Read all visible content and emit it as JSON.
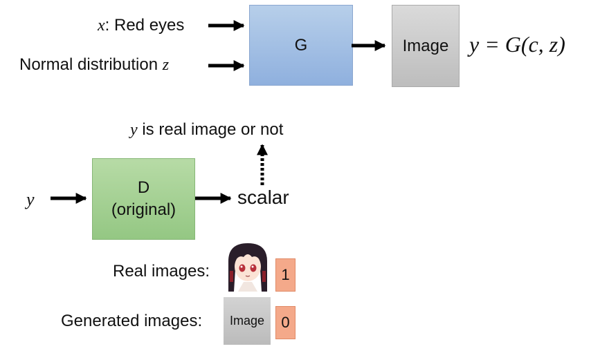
{
  "generator": {
    "input_x_var": "x",
    "input_x_text": ": Red eyes",
    "input_z_text": "Normal distribution ",
    "input_z_var": "z",
    "box_label": "G",
    "output_box_label": "Image",
    "equation": "y = G(c, z)"
  },
  "discriminator": {
    "input_var": "y",
    "box_line1": "D",
    "box_line2": "(original)",
    "output_label": "scalar",
    "question_var": "y",
    "question_text": " is real image or not"
  },
  "examples": {
    "real_label": "Real images:",
    "real_score": "1",
    "generated_label": "Generated images:",
    "generated_box_label": "Image",
    "generated_score": "0"
  }
}
